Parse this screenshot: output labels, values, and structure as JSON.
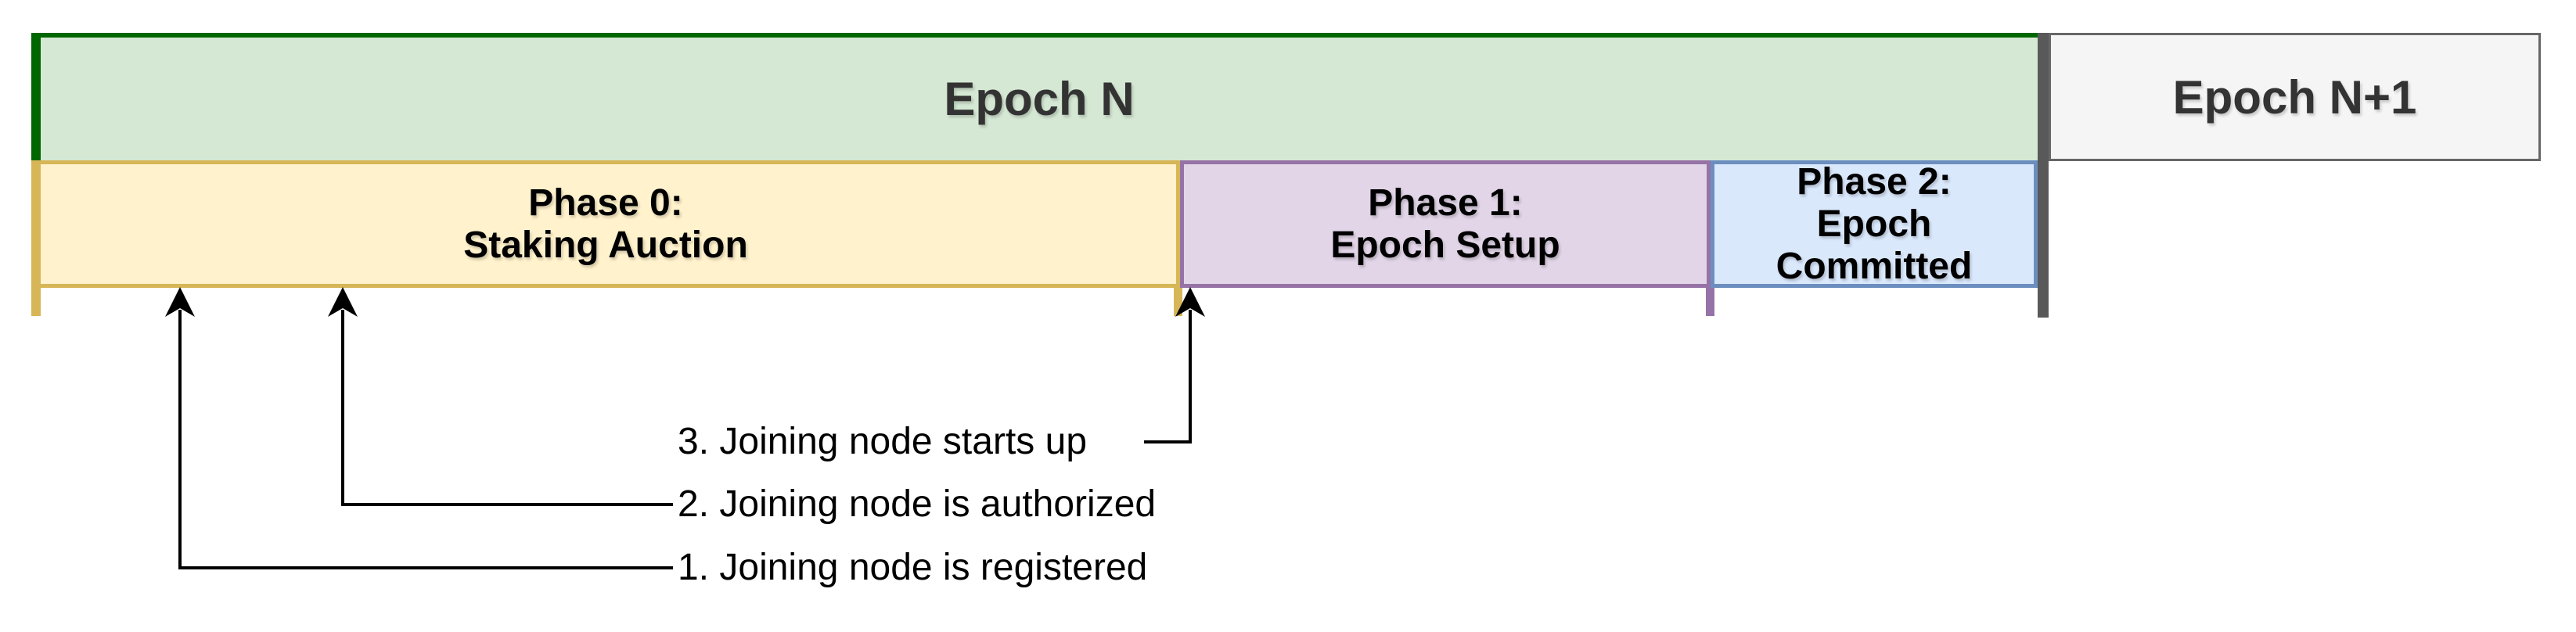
{
  "epochs": [
    {
      "label": "Epoch N"
    },
    {
      "label": "Epoch N+1"
    }
  ],
  "phases": [
    {
      "label": "Phase 0:\nStaking Auction"
    },
    {
      "label": "Phase 1:\nEpoch Setup"
    },
    {
      "label": "Phase 2:\nEpoch Committed"
    }
  ],
  "annotations": [
    {
      "label": "1. Joining node is registered"
    },
    {
      "label": "2. Joining node is authorized"
    },
    {
      "label": "3. Joining node starts up"
    }
  ],
  "colors": {
    "epoch_n_fill": "#d5e8d4",
    "epoch_n_edge": "#006600",
    "epoch_n1_fill": "#f5f5f5",
    "epoch_n1_border": "#666666",
    "epoch_divider": "#595959",
    "phase0_fill": "#fff2cc",
    "phase0_border": "#d6b656",
    "phase1_fill": "#e1d5e7",
    "phase1_border": "#9673a6",
    "phase2_fill": "#dae8fc",
    "phase2_border": "#6c8ebf",
    "connector": "#000000"
  }
}
